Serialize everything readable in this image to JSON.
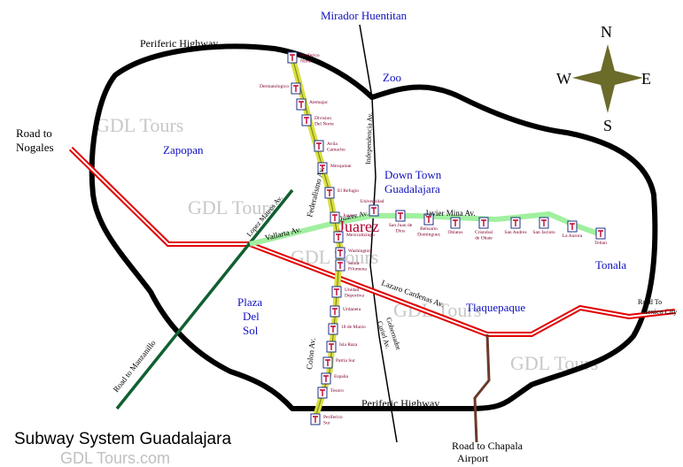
{
  "title": "Subway System Guadalajara",
  "subtitle": "GDL Tours.com",
  "watermark": "GDL Tours",
  "compass": {
    "n": "N",
    "s": "S",
    "e": "E",
    "w": "W"
  },
  "places": {
    "mirador": "Mirador Huentitan",
    "zoo": "Zoo",
    "zapopan": "Zapopan",
    "downtown_1": "Down Town",
    "downtown_2": "Guadalajara",
    "juarez": "Juarez",
    "plaza_1": "Plaza",
    "plaza_2": "Del",
    "plaza_3": "Sol",
    "tlaquepaque": "Tlaquepaque",
    "tonala": "Tonala"
  },
  "roads": {
    "periferic_top": "Periferic Highway",
    "periferic_bottom": "Periferic Highway",
    "nogales_1": "Road to",
    "nogales_2": "Nogales",
    "manzanillo": "Road to Manzanillo",
    "mexico_1": "Road To",
    "mexico_2": "Mexico City",
    "chapala_1": "Road to Chapala",
    "chapala_2": "Airport",
    "independencia": "Independencia Av.",
    "federalismo": "Federalismo Av.",
    "colon": "Colon Av.",
    "lopez_mateos": "Lopez Mateos Av.",
    "vallarta": "Vallarta Av.",
    "juarez_av": "Juarez Av.",
    "javier_mina": "Javier Mina Av.",
    "lazaro": "Lazaro Cardenas Av.",
    "gobernador": "Gobernador",
    "curiel": "Curiel Av."
  },
  "stations_line1": [
    "Periferico Norte",
    "Dermatologico",
    "Atemajac",
    "Division Del Norte",
    "Avila Camacho",
    "Mezquitan",
    "El Refugio",
    "Juarez",
    "Mexicaltzingo",
    "Washington",
    "Santa Filomena",
    "Unidad Deportiva",
    "Urdaneta",
    "18 de Marzo",
    "Isla Raza",
    "Patria Sur",
    "España",
    "Tesoro",
    "Periferico Sur"
  ],
  "stations_line2": [
    "Universidad",
    "San Juan de Dios",
    "Belisario Dominguez",
    "Oblatos",
    "Cristobal de Oñate",
    "San Andres",
    "San Jacinto",
    "La Aurora",
    "Tetlan"
  ],
  "colors": {
    "periferic": "#000000",
    "highway": "#e00000",
    "line1": "#d8e040",
    "line2": "#a0f0a0",
    "manzanillo_road": "#106030",
    "chapala_road": "#6b3a2a",
    "place_text": "#1010c0",
    "station_text": "#800030",
    "compass": "#6b6b2a",
    "watermark": "#c8c8c8"
  }
}
